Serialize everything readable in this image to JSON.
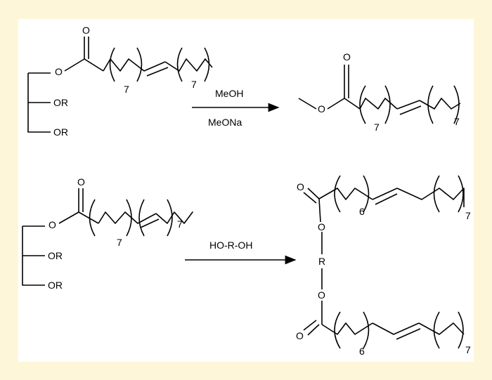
{
  "figure": {
    "background": "#fdf6d9",
    "panel": "#ffffff"
  },
  "reaction1": {
    "reactant": {
      "o_carbonyl": "O",
      "o_ester": "O",
      "or_1": "OR",
      "or_2": "OR",
      "n_1": "7",
      "n_2": "7"
    },
    "condition_top": "MeOH",
    "condition_bottom": "MeONa",
    "product": {
      "o_carbonyl": "O",
      "o_ester": "O",
      "n_1": "7",
      "n_2": "7"
    }
  },
  "reaction2": {
    "reactant": {
      "o_carbonyl": "O",
      "o_ester": "O",
      "or_1": "OR",
      "or_2": "OR",
      "n_1": "7",
      "n_2": "7"
    },
    "condition": "HO-R-OH",
    "product": {
      "o_carbonyl_top": "O",
      "o_ester_top": "O",
      "n_top_1": "6",
      "n_top_2": "7",
      "linker": "R",
      "o_ester_bottom": "O",
      "o_carbonyl_bottom": "O",
      "n_bottom_1": "6",
      "n_bottom_2": "7"
    }
  }
}
